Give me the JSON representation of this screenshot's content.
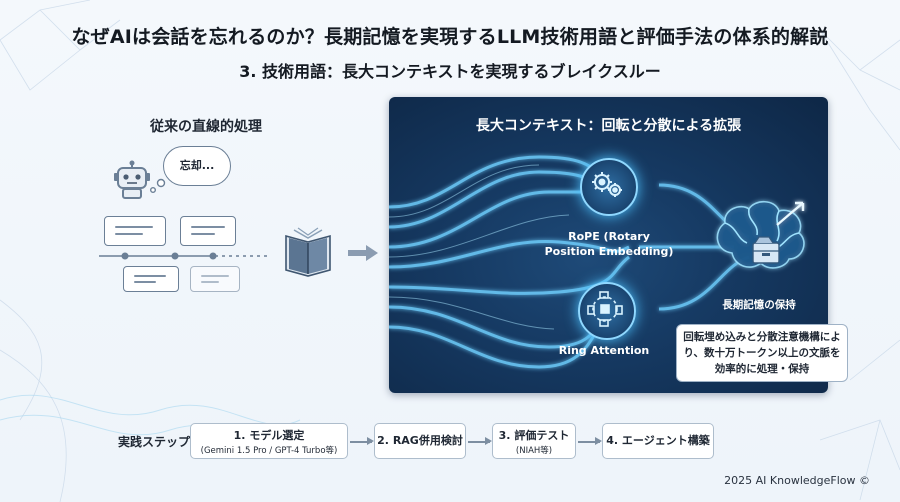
{
  "title": "なぜAIは会話を忘れるのか？長期記憶を実現するLLM技術用語と評価手法の体系的解説",
  "subtitle": "3. 技術用語：長大コンテキストを実現するブレイクスルー",
  "left_section": {
    "heading": "従来の直線的処理",
    "thought": "忘却..."
  },
  "panel": {
    "title": "長大コンテキスト：回転と分散による拡張",
    "rope_label_line1": "RoPE (Rotary",
    "rope_label_line2": "Position Embedding)",
    "ring_label": "Ring Attention",
    "memory_label": "長期記憶の保持"
  },
  "callout": {
    "line1": "回転埋め込みと分散注意機構によ",
    "line2": "り、数十万トークン以上の文脈を",
    "line3": "効率的に処理・保持"
  },
  "steps": {
    "label": "実践ステップ",
    "items": [
      {
        "title": "1. モデル選定",
        "sub": "(Gemini 1.5 Pro / GPT-4 Turbo等)"
      },
      {
        "title": "2. RAG併用検討",
        "sub": ""
      },
      {
        "title": "3. 評価テスト",
        "sub": "(NIAH等)"
      },
      {
        "title": "4. エージェント構築",
        "sub": ""
      }
    ]
  },
  "copyright": "2025 AI KnowledgeFlow ©",
  "colors": {
    "panel_dark": "#0e2746",
    "glow": "#4ec3ff",
    "stroke": "#6b7f96"
  }
}
